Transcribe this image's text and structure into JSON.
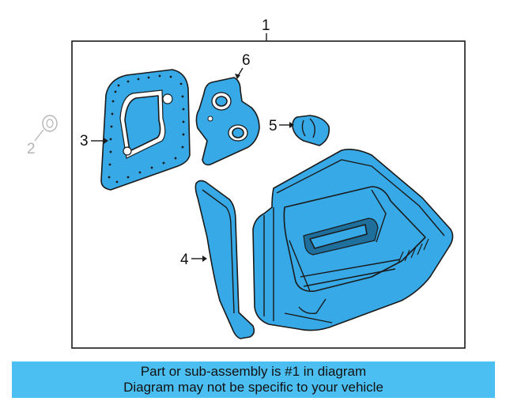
{
  "diagram": {
    "callouts": {
      "c1": "1",
      "c2": "2",
      "c3": "3",
      "c4": "4",
      "c5": "5",
      "c6": "6"
    },
    "part_color": "#36a9e6"
  },
  "banner": {
    "line1": "Part or sub-assembly is #1 in diagram",
    "line2": "Diagram may not be specific to your vehicle",
    "background": "#4cbff2"
  }
}
